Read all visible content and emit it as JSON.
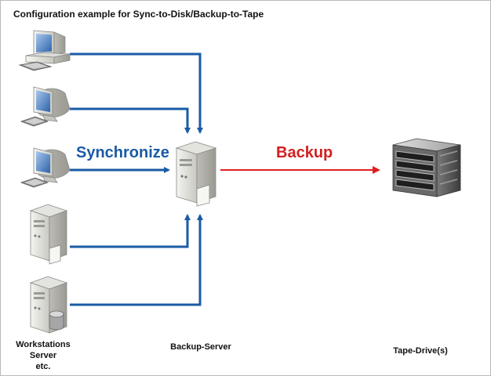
{
  "title": "Configuration example for Sync-to-Disk/Backup-to-Tape",
  "labels": {
    "synchronize": "Synchronize",
    "backup": "Backup"
  },
  "captions": {
    "workstations": [
      "Workstations",
      "Server",
      "etc."
    ],
    "backup_server": "Backup-Server",
    "tape_drive": "Tape-Drive(s)"
  },
  "nodes": [
    {
      "id": "desktop-1",
      "icon": "desktop-computer-icon"
    },
    {
      "id": "workstation-1",
      "icon": "crt-workstation-icon"
    },
    {
      "id": "workstation-2",
      "icon": "crt-workstation-icon"
    },
    {
      "id": "server-1",
      "icon": "tower-server-icon"
    },
    {
      "id": "server-2",
      "icon": "database-server-icon"
    },
    {
      "id": "backup-server",
      "icon": "tower-server-icon"
    },
    {
      "id": "tape-drive",
      "icon": "tape-drive-icon"
    }
  ],
  "colors": {
    "sync_arrow": "#1a5ba6",
    "backup_arrow": "#e01e1e",
    "sync_label": "#1a5ba6",
    "backup_label": "#d32020"
  }
}
